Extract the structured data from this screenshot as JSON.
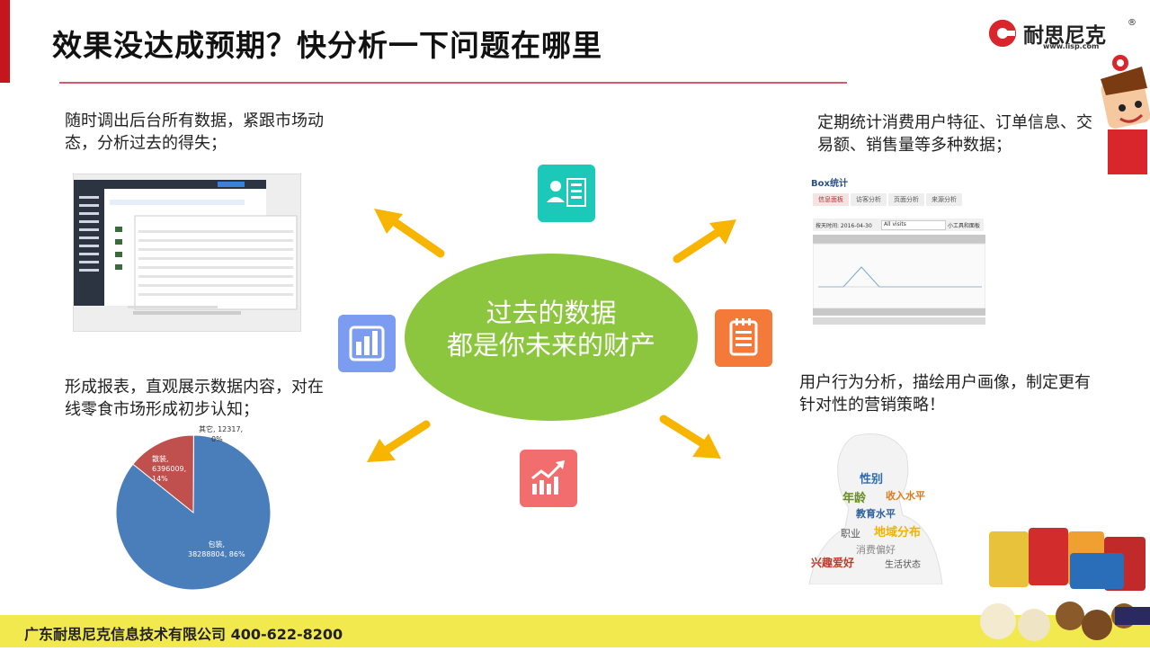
{
  "header": {
    "title": "效果没达成预期？快分析一下问题在哪里",
    "logo_text": "耐思尼克",
    "logo_url": "www.iisp.com",
    "logo_reg": "®"
  },
  "center": {
    "line1": "过去的数据",
    "line2": "都是你未来的财产"
  },
  "captions": {
    "top_left": "随时调出后台所有数据，紧跟市场动态，分析过去的得失；",
    "top_right": "定期统计消费用户特征、订单信息、交易额、销售量等多种数据；",
    "bottom_left": "形成报表，直观展示数据内容，对在线零食市场形成初步认知；",
    "bottom_right": "用户行为分析，描绘用户画像，制定更有针对性的营销策略！"
  },
  "stats_panel": {
    "brand": "Box统计",
    "tabs": [
      "信息面板",
      "访客分析",
      "页面分析",
      "来源分析"
    ],
    "date_label": "按天时间: 2016-04-30",
    "select_value": "All visits",
    "select_value2": "小工具和面板"
  },
  "pie": {
    "slices": [
      {
        "label": "包装,",
        "value_text": "38288804, 86%",
        "value": 38288804
      },
      {
        "label": "散装,",
        "value_text": "6396009,",
        "pct_text": "14%",
        "value": 6396009
      },
      {
        "label": "其它, 12317,",
        "pct_text": "0%",
        "value": 12317
      }
    ],
    "colors": [
      "#4a7ebb",
      "#c0504d",
      "#9bbb59"
    ]
  },
  "word_cloud": {
    "words": [
      "性别",
      "年龄",
      "收入水平",
      "教育水平",
      "职业",
      "地域分布",
      "消费偏好",
      "兴趣爱好",
      "生活状态"
    ]
  },
  "footer": {
    "text": "广东耐思尼克信息技术有限公司  400-622-8200"
  },
  "colors": {
    "accent_red": "#c4161c",
    "center_green": "#8cc63f",
    "arrow_yellow": "#f7b500",
    "tile_teal": "#1cc8b7",
    "tile_blue": "#7b9cf0",
    "tile_orange": "#f47a3a",
    "tile_salmon": "#f26d6d",
    "footer_yellow": "#f2e94e"
  }
}
